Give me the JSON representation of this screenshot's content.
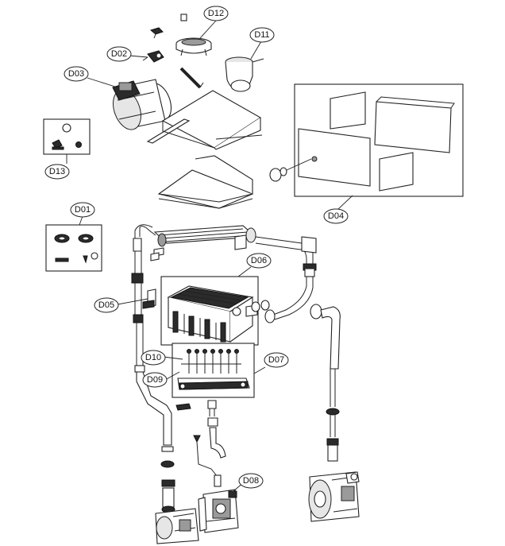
{
  "callouts": {
    "d01": "D01",
    "d02": "D02",
    "d03": "D03",
    "d04": "D04",
    "d05": "D05",
    "d06": "D06",
    "d07": "D07",
    "d08": "D08",
    "d09": "D09",
    "d10": "D10",
    "d11": "D11",
    "d12": "D12",
    "d13": "D13"
  }
}
